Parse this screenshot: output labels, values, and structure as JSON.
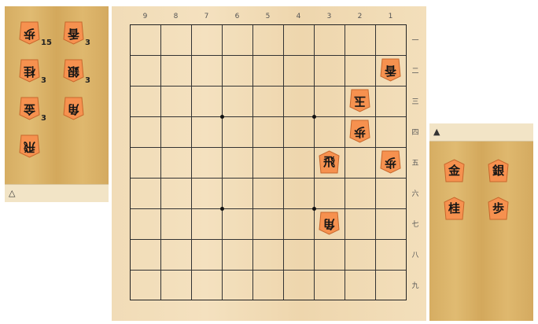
{
  "gote_hand": {
    "mark": "△",
    "pieces": [
      {
        "glyph": "歩",
        "count": "15"
      },
      {
        "glyph": "香",
        "count": "3"
      },
      {
        "glyph": "桂",
        "count": "3"
      },
      {
        "glyph": "銀",
        "count": "3"
      },
      {
        "glyph": "金",
        "count": "3"
      },
      {
        "glyph": "角",
        "count": ""
      },
      {
        "glyph": "飛",
        "count": ""
      }
    ]
  },
  "sente_hand": {
    "mark": "▲",
    "pieces": [
      {
        "glyph": "金",
        "count": ""
      },
      {
        "glyph": "銀",
        "count": ""
      },
      {
        "glyph": "桂",
        "count": ""
      },
      {
        "glyph": "歩",
        "count": ""
      }
    ]
  },
  "board": {
    "files": [
      "9",
      "8",
      "7",
      "6",
      "5",
      "4",
      "3",
      "2",
      "1"
    ],
    "ranks": [
      "一",
      "二",
      "三",
      "四",
      "五",
      "六",
      "七",
      "八",
      "九"
    ],
    "pieces": [
      {
        "glyph": "香",
        "file": 1,
        "rank": 2,
        "owner": "gote"
      },
      {
        "glyph": "玉",
        "file": 2,
        "rank": 3,
        "owner": "gote"
      },
      {
        "glyph": "歩",
        "file": 2,
        "rank": 4,
        "owner": "gote"
      },
      {
        "glyph": "歩",
        "file": 1,
        "rank": 5,
        "owner": "gote"
      },
      {
        "glyph": "飛",
        "file": 3,
        "rank": 5,
        "owner": "sente"
      },
      {
        "glyph": "角",
        "file": 3,
        "rank": 7,
        "owner": "gote"
      }
    ]
  },
  "colors": {
    "piece_face": "#f6914f",
    "piece_edge": "#c8672c"
  }
}
